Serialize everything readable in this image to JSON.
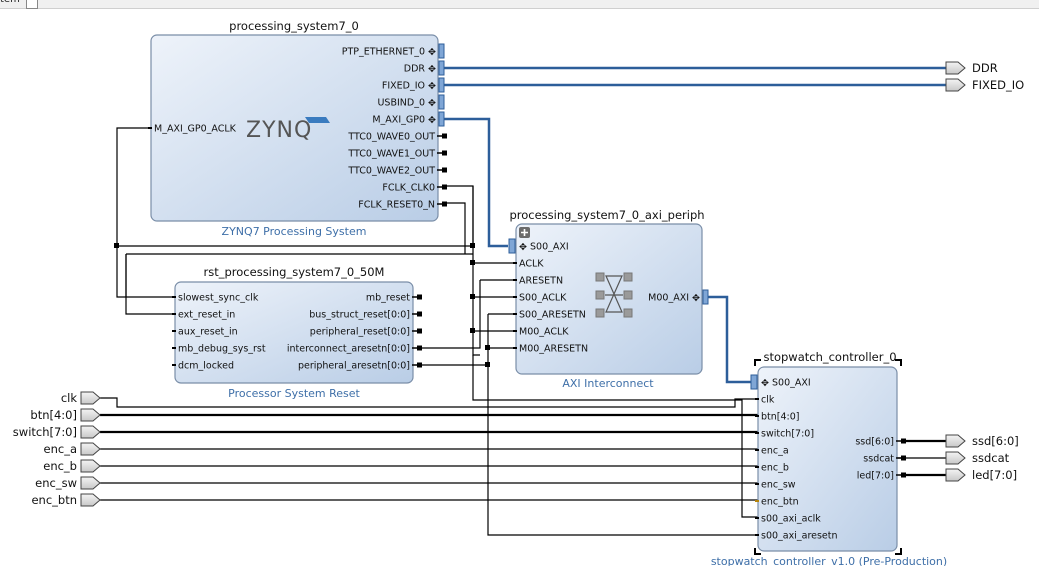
{
  "topbar": {
    "tab_label": "tem"
  },
  "colors": {
    "wire": "#000000",
    "bus": "#2d5e9a",
    "block_fill_top": "#e9f0f8",
    "block_fill_bottom": "#bcd0e8",
    "block_border": "#7a8ea8",
    "enc_btn_pin": "#b8860b",
    "subtitle": "#3e6fa8"
  },
  "blocks": {
    "ps7": {
      "instance": "processing_system7_0",
      "subtitle": "ZYNQ7 Processing System",
      "logo": "ZYNQ",
      "left_pins": [
        "M_AXI_GP0_ACLK"
      ],
      "right_pins": [
        "PTP_ETHERNET_0",
        "DDR",
        "FIXED_IO",
        "USBIND_0",
        "M_AXI_GP0",
        "TTC0_WAVE0_OUT",
        "TTC0_WAVE1_OUT",
        "TTC0_WAVE2_OUT",
        "FCLK_CLK0",
        "FCLK_RESET0_N"
      ]
    },
    "interconnect": {
      "instance": "processing_system7_0_axi_periph",
      "subtitle": "AXI Interconnect",
      "left_pins": [
        "S00_AXI",
        "ACLK",
        "ARESETN",
        "S00_ACLK",
        "S00_ARESETN",
        "M00_ACLK",
        "M00_ARESETN"
      ],
      "right_pins": [
        "M00_AXI"
      ]
    },
    "reset": {
      "instance": "rst_processing_system7_0_50M",
      "subtitle": "Processor System Reset",
      "left_pins": [
        "slowest_sync_clk",
        "ext_reset_in",
        "aux_reset_in",
        "mb_debug_sys_rst",
        "dcm_locked"
      ],
      "right_pins": [
        "mb_reset",
        "bus_struct_reset[0:0]",
        "peripheral_reset[0:0]",
        "interconnect_aresetn[0:0]",
        "peripheral_aresetn[0:0]"
      ]
    },
    "stopwatch": {
      "instance": "stopwatch_controller_0",
      "subtitle": "stopwatch_controller_v1.0 (Pre-Production)",
      "left_pins": [
        "S00_AXI",
        "clk",
        "btn[4:0]",
        "switch[7:0]",
        "enc_a",
        "enc_b",
        "enc_sw",
        "enc_btn",
        "s00_axi_aclk",
        "s00_axi_aresetn"
      ],
      "right_pins": [
        "ssd[6:0]",
        "ssdcat",
        "led[7:0]"
      ]
    }
  },
  "ports": {
    "inputs": [
      "clk",
      "btn[4:0]",
      "switch[7:0]",
      "enc_a",
      "enc_b",
      "enc_sw",
      "enc_btn"
    ],
    "outputs_right": [
      "DDR",
      "FIXED_IO",
      "ssd[6:0]",
      "ssdcat",
      "led[7:0]"
    ]
  }
}
